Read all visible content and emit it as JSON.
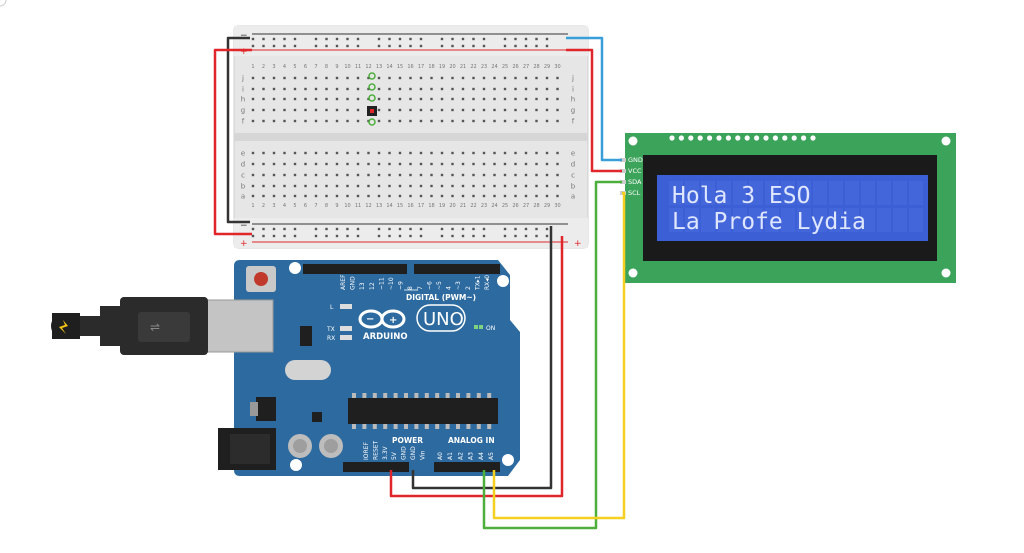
{
  "lcd": {
    "line1": "Hola 3 ESO",
    "line2": "La Profe Lydia",
    "pins": [
      "GND",
      "VCC",
      "SDA",
      "SCL"
    ]
  },
  "breadboard": {
    "rail_plus": "+",
    "rail_minus": "−",
    "row_letters_top": [
      "j",
      "i",
      "h",
      "g",
      "f"
    ],
    "row_letters_bottom": [
      "e",
      "d",
      "c",
      "b",
      "a"
    ]
  },
  "arduino": {
    "brand": "ARDUINO",
    "model": "UNO",
    "on_label": "ON",
    "digital_label": "DIGITAL (PWM~)",
    "digital_pins": [
      "AREF",
      "GND",
      "13",
      "12",
      "~11",
      "~10",
      "~9",
      "8",
      "7",
      "~6",
      "~5",
      "4",
      "~3",
      "2",
      "TX▸1",
      "RX◂0"
    ],
    "power_label": "POWER",
    "analog_label": "ANALOG IN",
    "power_pins": [
      "IOREF",
      "RESET",
      "3.3V",
      "5V",
      "GND",
      "GND",
      "Vin"
    ],
    "analog_pins": [
      "A0",
      "A1",
      "A2",
      "A3",
      "A4",
      "A5"
    ],
    "led_labels": [
      "L",
      "TX",
      "RX"
    ]
  },
  "colors": {
    "wire_black": "#333333",
    "wire_red": "#e0262a",
    "wire_blue": "#3a9fd8",
    "wire_green": "#4caf3c",
    "wire_yellow": "#f5d020",
    "board_blue": "#2d6a9f",
    "lcd_green": "#3ca35a",
    "lcd_screen": "#3d5fd6"
  }
}
